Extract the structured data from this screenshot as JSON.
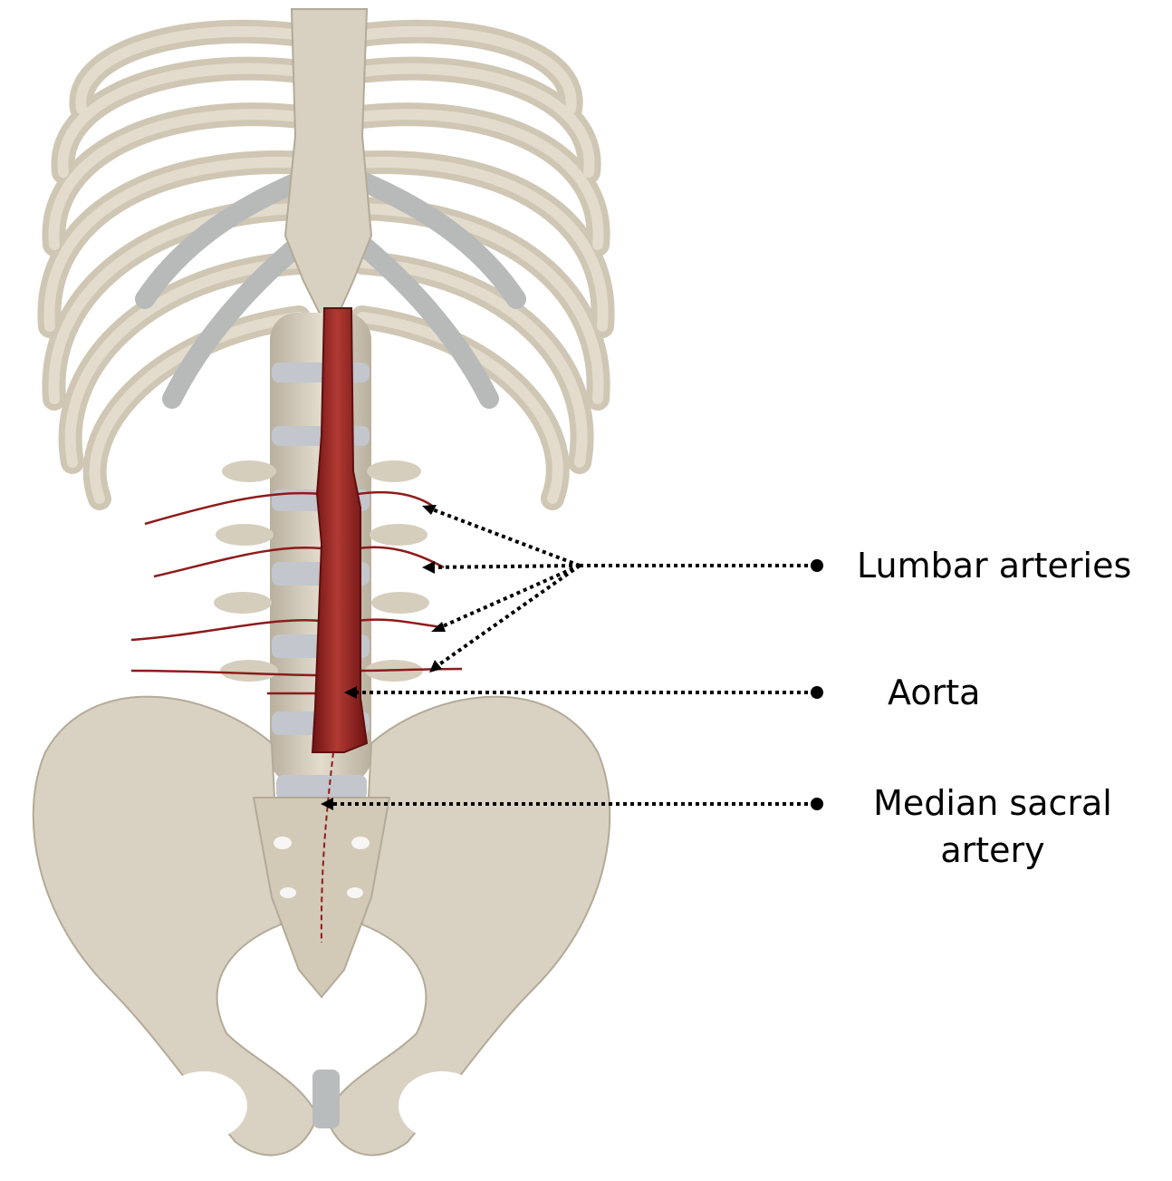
{
  "figure": {
    "description": "Anterior view of thoracic cage, lumbar spine and pelvis with abdominal aorta and its posterior branches",
    "colors": {
      "bone": "#d9d1c2",
      "bone_shadow": "#b3aa98",
      "cartilage": "#b9bcbc",
      "disc": "#c3c6cc",
      "artery": "#8e1b1b",
      "artery_highlight": "#b83a35",
      "pointer": "#000000"
    }
  },
  "labels": {
    "lumbar_arteries": "Lumbar arteries",
    "aorta": "Aorta",
    "median_sacral_artery": "Median sacral artery"
  }
}
